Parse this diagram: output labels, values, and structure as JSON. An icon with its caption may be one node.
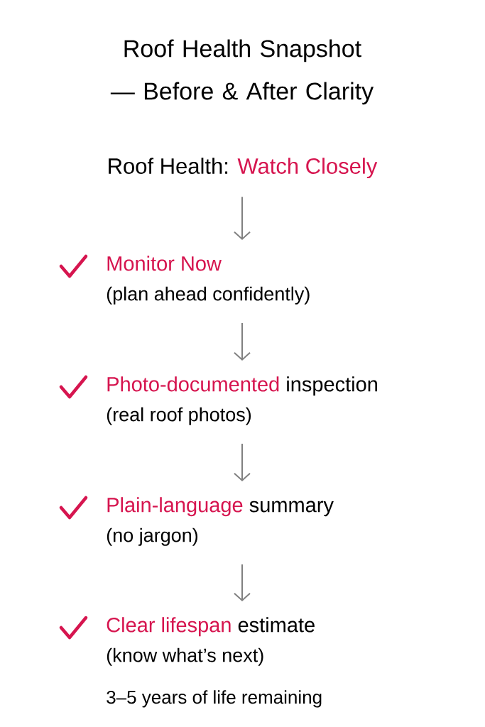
{
  "diagram": {
    "title": "Roof Health Snapshot — Before & After Clarity",
    "nodes": [
      {
        "text": [
          "Roof Health:",
          "Watch Closely"
        ]
      },
      {
        "text": [
          "Monitor Now",
          "(plan ahead confidently)"
        ]
      },
      {
        "text": [
          "Photo-documented",
          "inspection",
          "(real roof photos)"
        ]
      },
      {
        "text": [
          "Plain-language",
          "summary",
          "(no jargon)"
        ]
      },
      {
        "text": [
          "Clear lifespan",
          "estimate",
          "(know what’s next)"
        ]
      }
    ],
    "edges": [
      {
        "from": 0,
        "to": 1,
        "arrow": "to"
      },
      {
        "from": 1,
        "to": 2,
        "arrow": "to"
      },
      {
        "from": 2,
        "to": 3,
        "arrow": "to"
      },
      {
        "from": 3,
        "to": 4,
        "arrow": "to"
      }
    ],
    "labels": [
      "3–5 years of life remaining"
    ]
  }
}
